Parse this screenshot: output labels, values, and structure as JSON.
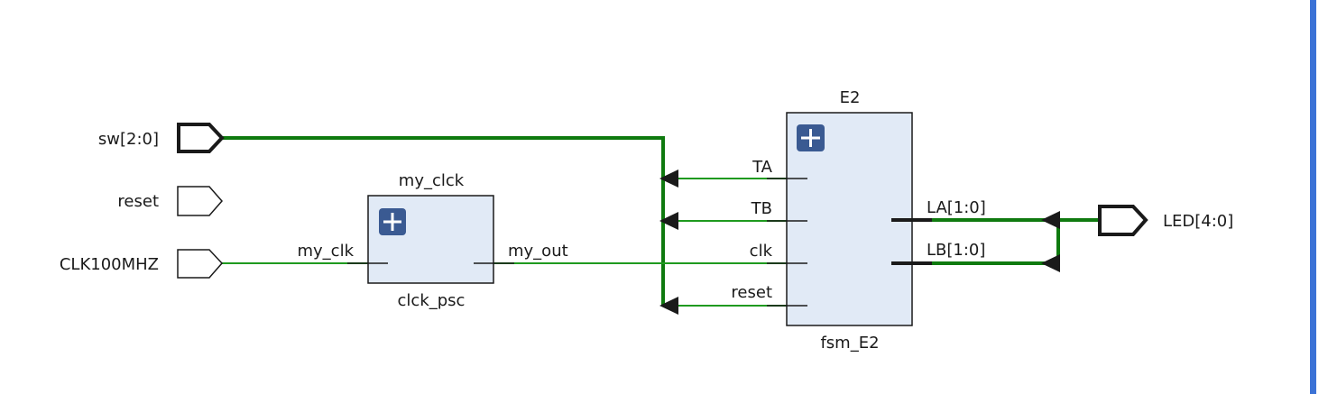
{
  "ports": {
    "sw": "sw[2:0]",
    "reset": "reset",
    "clk": "CLK100MHZ",
    "led": "LED[4:0]"
  },
  "blocks": {
    "prescaler": {
      "instance": "my_clck",
      "module": "clck_psc",
      "pin_in": "my_clk",
      "pin_out": "my_out"
    },
    "fsm": {
      "instance": "E2",
      "module": "fsm_E2",
      "pins_in": [
        "TA",
        "TB",
        "clk",
        "reset"
      ],
      "pins_out": [
        "LA[1:0]",
        "LB[1:0]"
      ]
    }
  },
  "colors": {
    "net": "#1f9a1f",
    "bus_net": "#0f7a0f",
    "block_fill": "#e1eaf6",
    "expand_button": "#3a5a92",
    "scrollbar": "#3b72d6"
  }
}
